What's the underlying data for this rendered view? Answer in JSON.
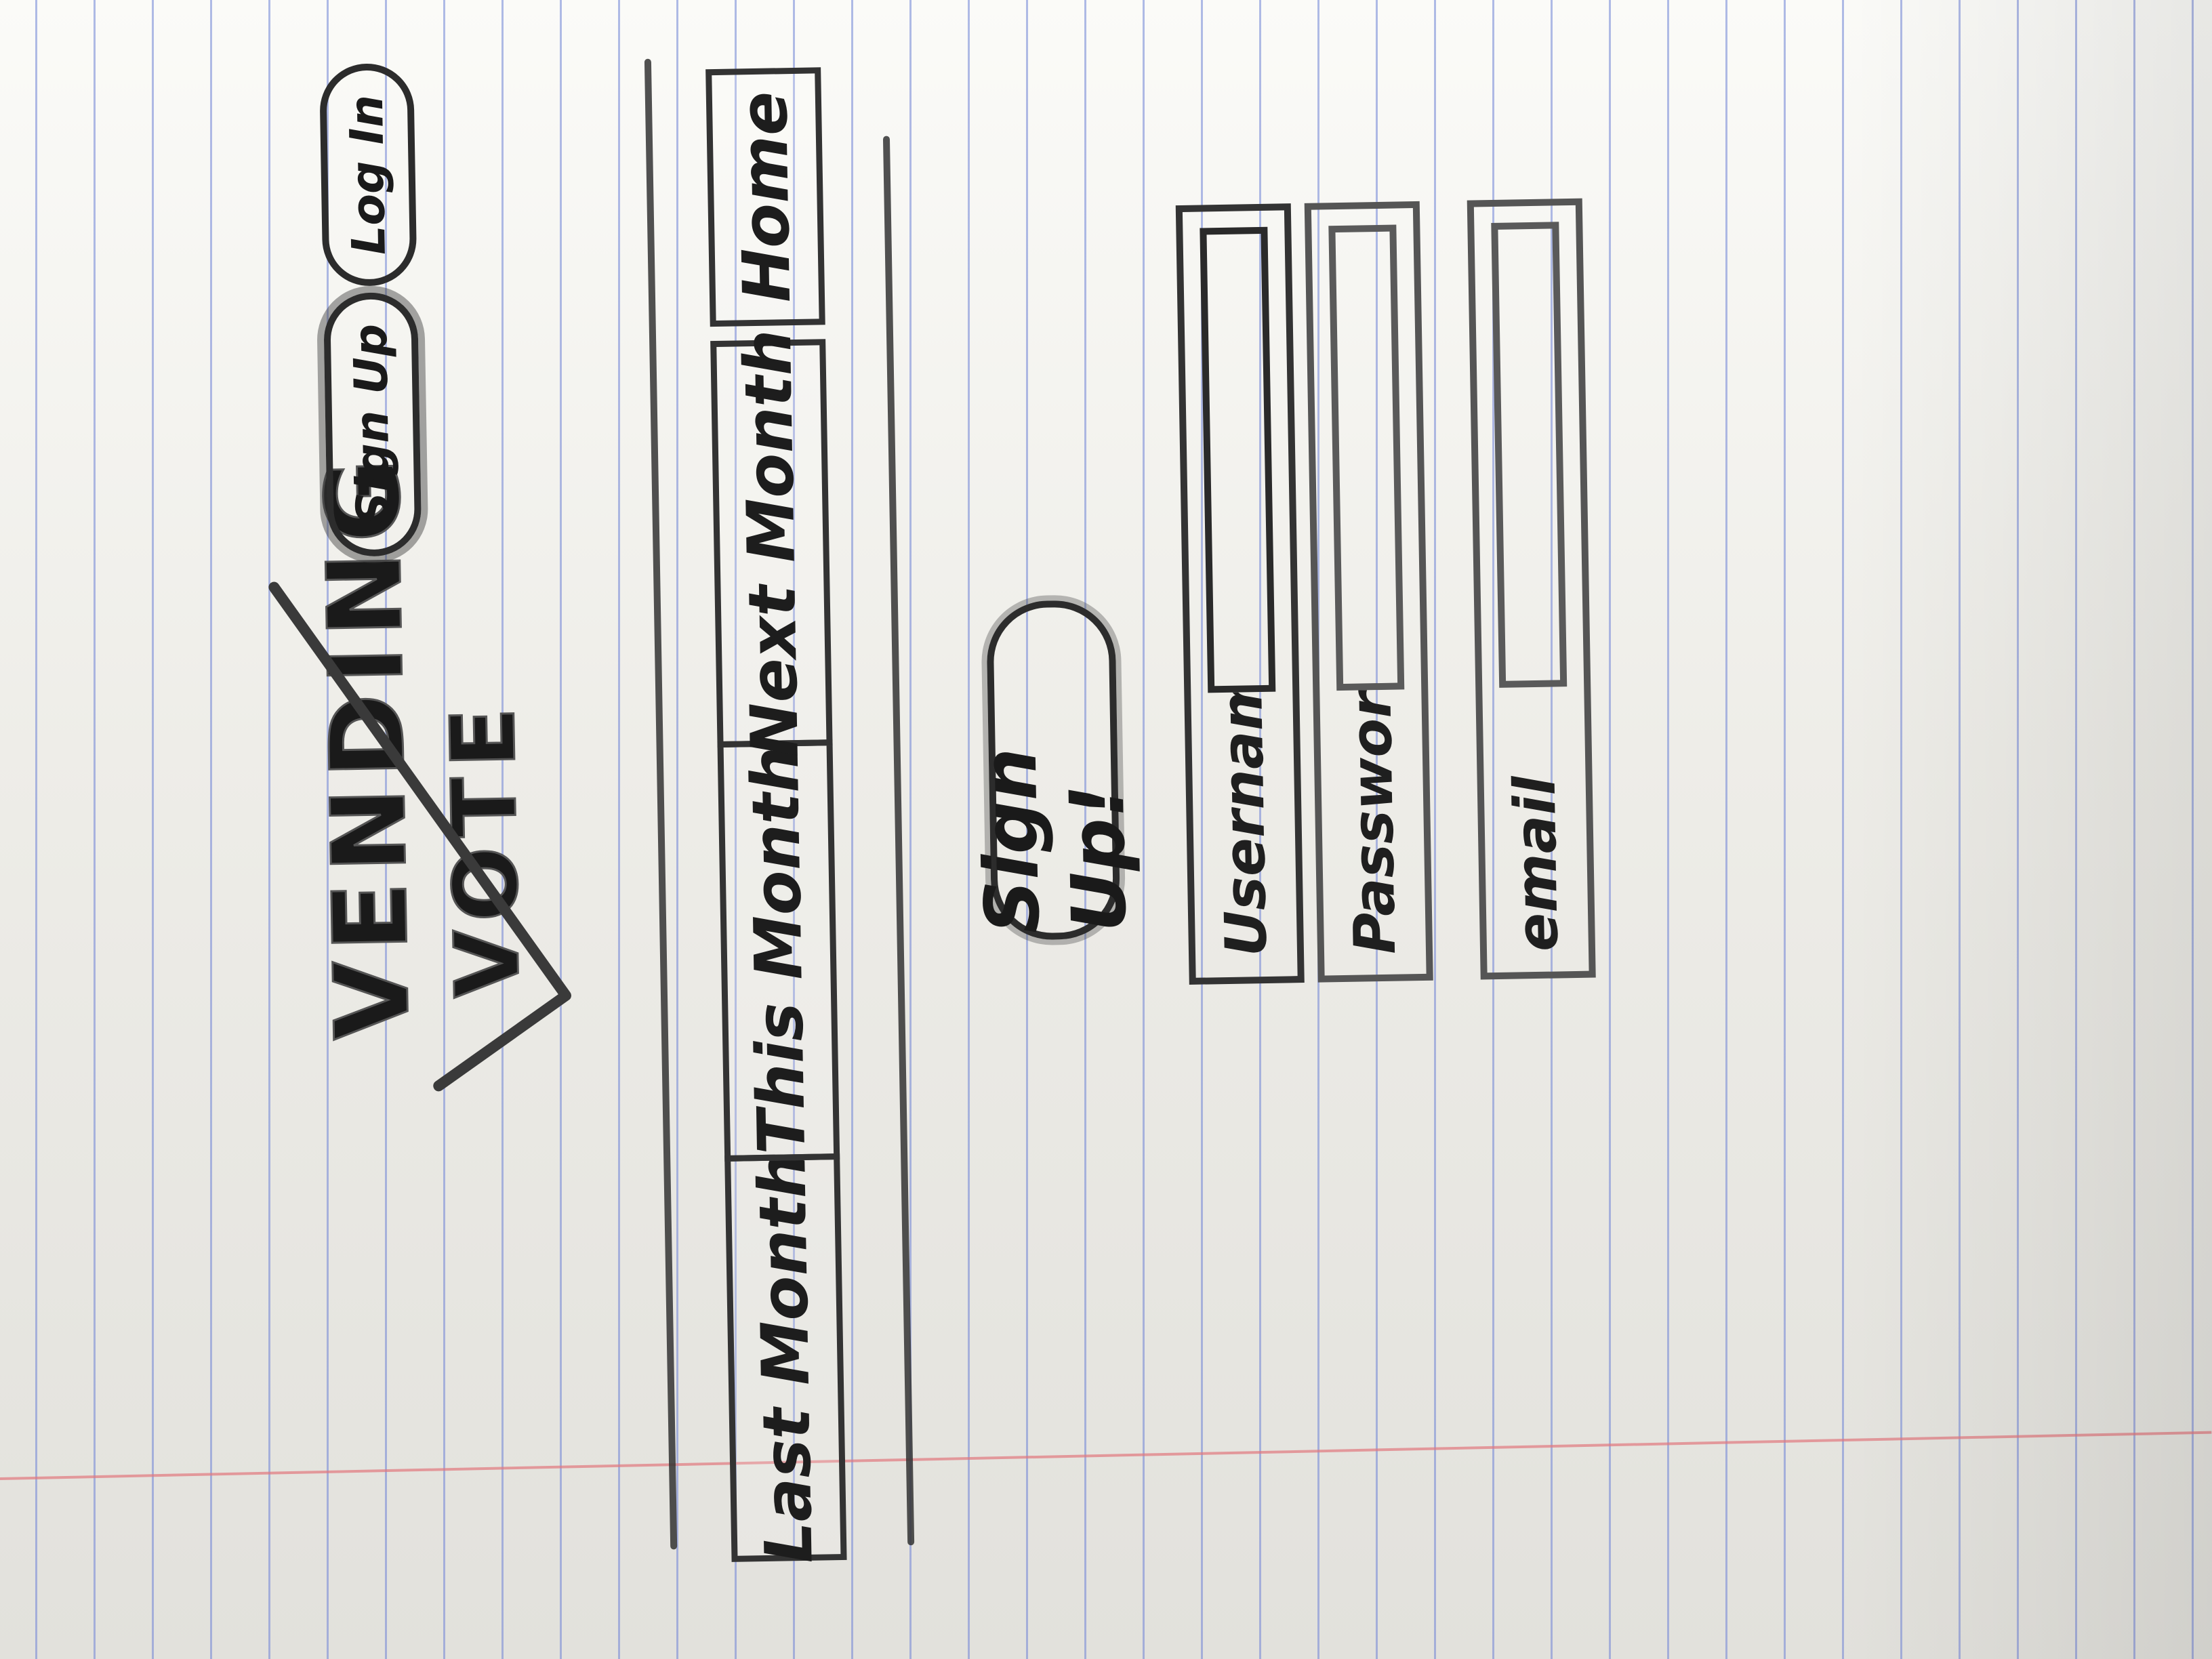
{
  "app": {
    "logo_line1": "VENDING",
    "logo_line2": "VOTE"
  },
  "header": {
    "signup_label": "Sign Up",
    "login_label": "Log In"
  },
  "tabs": [
    {
      "label": "Last Month"
    },
    {
      "label": "This Month"
    },
    {
      "label": "Next Month"
    },
    {
      "label": "Home"
    }
  ],
  "signup": {
    "cta_label": "Sign Up!",
    "fields": [
      {
        "label": "Username",
        "value": ""
      },
      {
        "label": "Password",
        "value": ""
      },
      {
        "label": "email",
        "value": ""
      }
    ]
  },
  "colors": {
    "paper": "#f1f0ec",
    "rule_line": "#7084d6",
    "margin_line": "#e1787d",
    "pencil": "#2e2e2e"
  }
}
